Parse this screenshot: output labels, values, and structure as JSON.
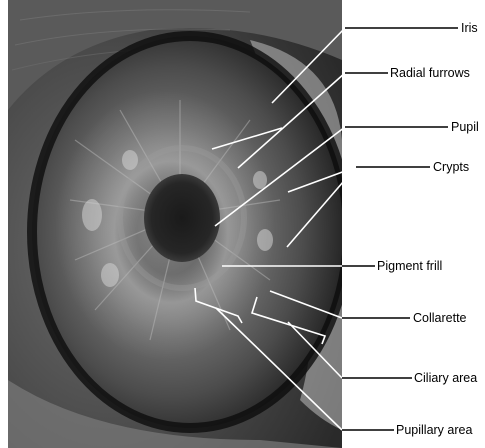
{
  "labels": {
    "iris": "Iris",
    "radial_furrows": "Radial furrows",
    "pupil": "Pupil",
    "crypts": "Crypts",
    "pigment_frill": "Pigment frill",
    "collarette": "Collarette",
    "ciliary_area": "Ciliary area",
    "pupillary_area": "Pupillary area"
  },
  "colors": {
    "leader_light": "#ffffff",
    "leader_dark": "#000000",
    "label_text": "#000000"
  }
}
